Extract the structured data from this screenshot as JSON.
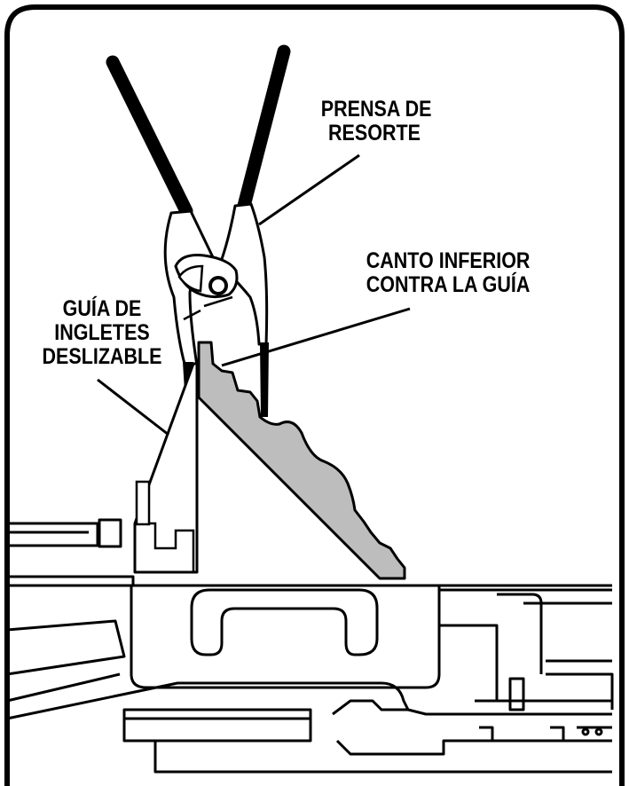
{
  "labels": {
    "prensa": [
      "PRENSA DE",
      "RESORTE"
    ],
    "canto": [
      "CANTO INFERIOR",
      "CONTRA LA GUÍA"
    ],
    "guia": [
      "GUÍA DE",
      "INGLETES",
      "DESLIZABLE"
    ]
  },
  "colors": {
    "outline": "#000000",
    "molding_fill": "#bdbdbd",
    "background": "#ffffff"
  },
  "icons": {
    "clamp": "spring-clamp-icon",
    "molding": "crown-molding-icon",
    "fence": "miter-fence-icon",
    "saw_base": "miter-saw-base-icon"
  }
}
